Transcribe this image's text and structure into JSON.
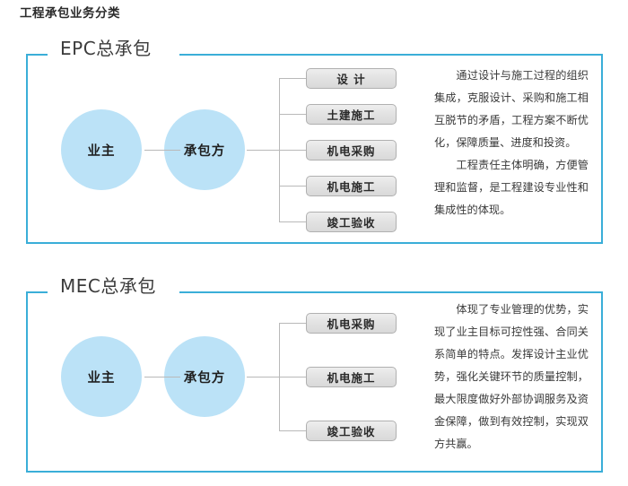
{
  "page": {
    "title": "工程承包业务分类"
  },
  "panels": [
    {
      "heading": "EPC总承包",
      "circles": [
        {
          "label": "业主"
        },
        {
          "label": "承包方"
        }
      ],
      "tasks": [
        {
          "label": "设 计"
        },
        {
          "label": "土建施工"
        },
        {
          "label": "机电采购"
        },
        {
          "label": "机电施工"
        },
        {
          "label": "竣工验收"
        }
      ],
      "description": [
        "通过设计与施工过程的组织集成，克服设计、采购和施工相互脱节的矛盾，工程方案不断优化，保障质量、进度和投资。",
        "工程责任主体明确，方便管理和监督，是工程建设专业性和集成性的体现。"
      ]
    },
    {
      "heading": "MEC总承包",
      "circles": [
        {
          "label": "业主"
        },
        {
          "label": "承包方"
        }
      ],
      "tasks": [
        {
          "label": "机电采购"
        },
        {
          "label": "机电施工"
        },
        {
          "label": "竣工验收"
        }
      ],
      "description": [
        "体现了专业管理的优势，实现了业主目标可控性强、合同关系简单的特点。发挥设计主业优势，强化关键环节的质量控制，最大限度做好外部协调服务及资金保障，做到有效控制，实现双方共赢。"
      ]
    }
  ],
  "colors": {
    "panel_border": "#3aaed8",
    "circle_fill": "#bbe2f7",
    "box_fill": "#e3e3e3",
    "box_border": "#b0b0b0",
    "connector": "#b9b9b9",
    "text": "#2b2b2b"
  }
}
